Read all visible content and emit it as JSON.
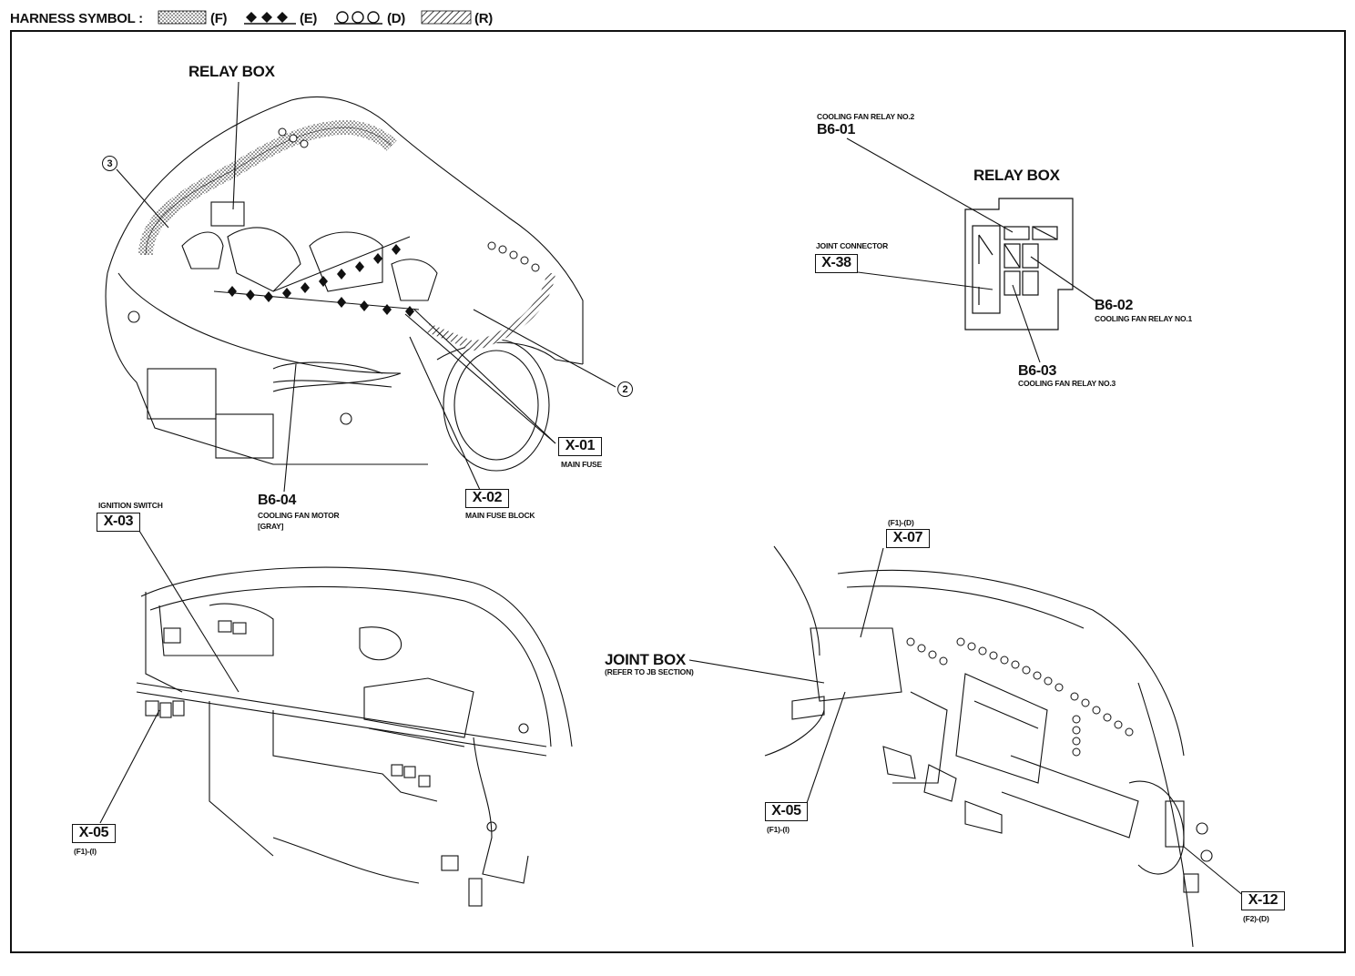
{
  "legend": {
    "title": "HARNESS SYMBOL :",
    "items": [
      {
        "code": "(F)",
        "pattern": "stippled"
      },
      {
        "code": "(E)",
        "pattern": "diamonds"
      },
      {
        "code": "(D)",
        "pattern": "circles"
      },
      {
        "code": "(R)",
        "pattern": "hatched"
      }
    ]
  },
  "engine_view": {
    "relay_box_label": "RELAY BOX",
    "callout_3": "3",
    "callout_2": "2",
    "connectors": [
      {
        "code": "X-01",
        "desc": "MAIN FUSE"
      },
      {
        "code": "X-02",
        "desc": "MAIN FUSE BLOCK"
      },
      {
        "code": "B6-04",
        "desc": "COOLING FAN MOTOR",
        "note": "[GRAY]"
      }
    ]
  },
  "relay_box_detail": {
    "title": "RELAY BOX",
    "b6_01": {
      "code": "B6-01",
      "desc": "COOLING FAN RELAY NO.2"
    },
    "b6_02": {
      "code": "B6-02",
      "desc": "COOLING FAN RELAY NO.1"
    },
    "b6_03": {
      "code": "B6-03",
      "desc": "COOLING FAN RELAY NO.3"
    },
    "x_38": {
      "code": "X-38",
      "desc": "JOINT CONNECTOR"
    }
  },
  "dash_left": {
    "x_03": {
      "code": "X-03",
      "desc": "IGNITION SWITCH"
    },
    "x_05": {
      "code": "X-05",
      "sub": "(F1)-(I)"
    }
  },
  "dash_right": {
    "x_07": {
      "code": "X-07",
      "sub": "(F1)-(D)"
    },
    "joint_box": {
      "label": "JOINT BOX",
      "sub": "(REFER TO JB SECTION)"
    },
    "x_05": {
      "code": "X-05",
      "sub": "(F1)-(I)"
    },
    "x_12": {
      "code": "X-12",
      "sub": "(F2)-(D)"
    }
  }
}
